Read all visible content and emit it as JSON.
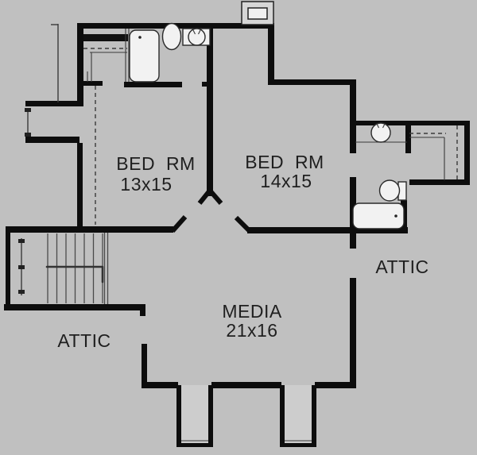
{
  "document_type": "floor-plan",
  "colors": {
    "background": "#c0c0c0",
    "wall": "#0d0d0d",
    "fixture": "#f2f2f2",
    "text": "#1f1f1f",
    "chase": "#cdcdcd",
    "line": "#3a3a3a"
  },
  "rooms": {
    "bed1": {
      "name": "BED RM",
      "dims": "13x15"
    },
    "bed2": {
      "name": "BED RM",
      "dims": "14x15"
    },
    "media": {
      "name": "MEDIA",
      "dims": "21x16"
    },
    "attic_left": {
      "name": "ATTIC"
    },
    "attic_right": {
      "name": "ATTIC"
    }
  },
  "fixtures": [
    "bathtub",
    "toilet",
    "sink-vanity",
    "stairs",
    "handrail",
    "chimney",
    "closet-shelves",
    "window",
    "door-opening"
  ]
}
